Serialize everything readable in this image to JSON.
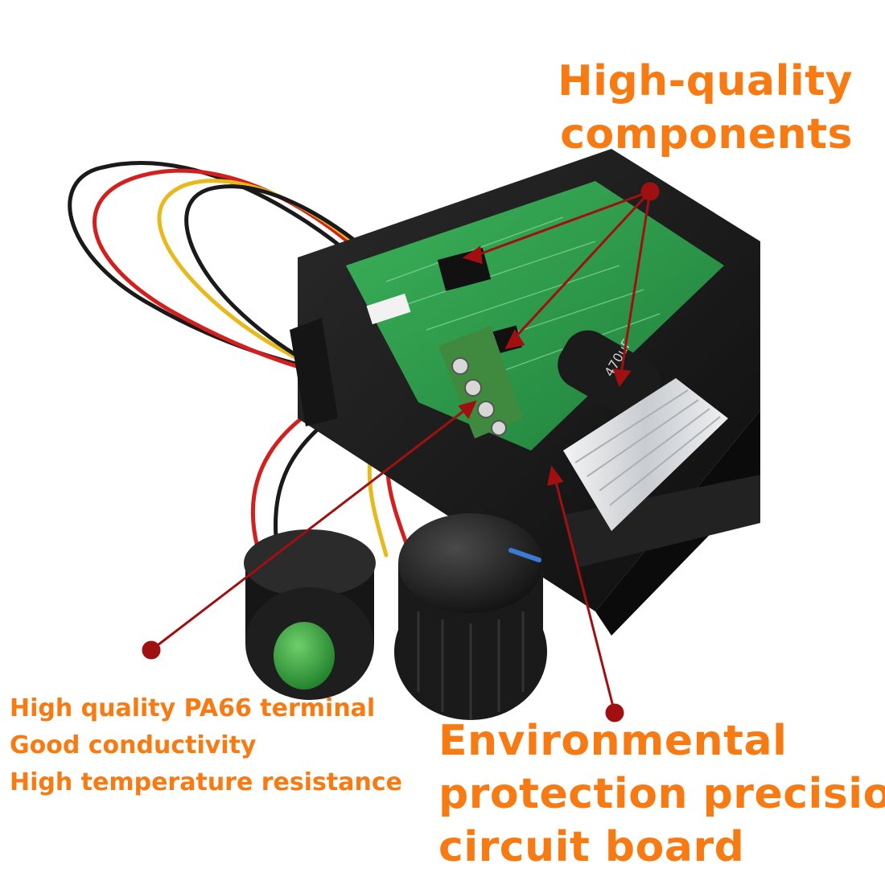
{
  "colors": {
    "caption": "#f77a12",
    "annotation": "#a01010",
    "housing": "#1c1c1c",
    "pcb": "#2fa14f",
    "terminal": "#3f8a3e",
    "button": "#2f9b3a",
    "heatsink": "#d6d9dc"
  },
  "captions": {
    "top": [
      "High-quality",
      "components"
    ],
    "left": [
      "High quality PA66 terminal",
      "Good conductivity",
      "High temperature resistance"
    ],
    "right": [
      "Environmental",
      "protection precision",
      "circuit board"
    ]
  },
  "capacitor_marking": "470uF"
}
